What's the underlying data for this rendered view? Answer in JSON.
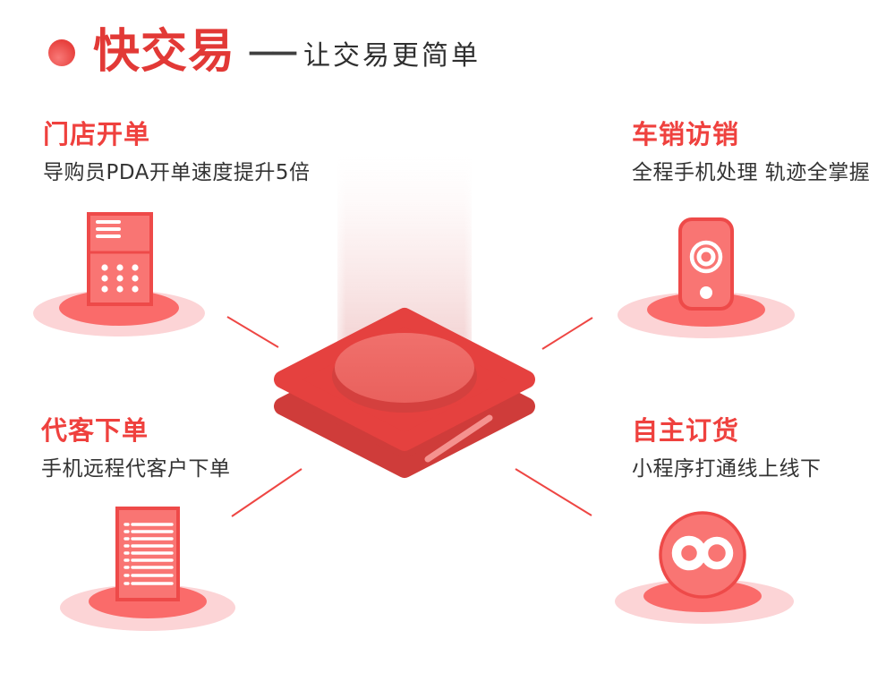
{
  "colors": {
    "page_bg": "#ffffff",
    "accent_red": "#e7403d",
    "title_red": "#e23936",
    "heading_red": "#ef413e",
    "text_dark": "#333333",
    "icon_fill": "#f97573",
    "icon_stroke": "#ee4a49",
    "ellipse_outer": "#fcd4d6",
    "ellipse_inner": "#fa6b6a",
    "platform_top": "#e5413f",
    "platform_side": "#cf3c3a",
    "button_rim": "#d4403e",
    "button_top_light": "#f0706c",
    "button_top_dark": "#e9615d",
    "highlight": "#f5928f",
    "connector": "#ee4643",
    "beam_pink": "#f2cfcf"
  },
  "header": {
    "title": "快交易",
    "dash": "——",
    "subtitle": "让交易更简单"
  },
  "features": [
    {
      "id": "store-billing",
      "title": "门店开单",
      "desc": "导购员PDA开单速度提升5倍",
      "icon": "pda-icon"
    },
    {
      "id": "van-sales",
      "title": "车销访销",
      "desc": "全程手机处理 轨迹全掌握",
      "icon": "phone-track-icon"
    },
    {
      "id": "proxy-order",
      "title": "代客下单",
      "desc": "手机远程代客户下单",
      "icon": "order-list-icon"
    },
    {
      "id": "self-order",
      "title": "自主订货",
      "desc": "小程序打通线上线下",
      "icon": "infinity-icon"
    }
  ]
}
